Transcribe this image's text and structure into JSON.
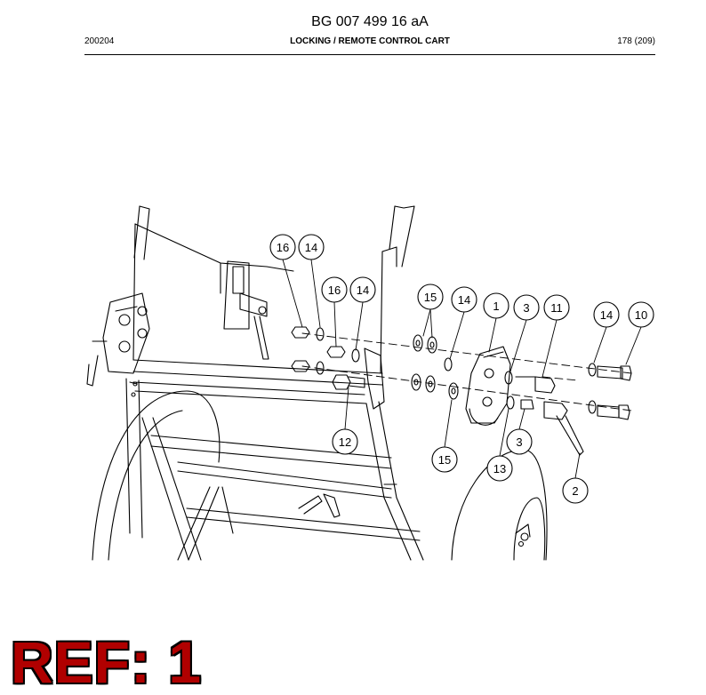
{
  "header": {
    "doc_number": "BG 007 499 16 aA",
    "date_code": "200204",
    "section_title": "LOCKING / REMOTE CONTROL CART",
    "page_info": "178 (209)"
  },
  "callouts": [
    {
      "id": "c-16a",
      "label": "16"
    },
    {
      "id": "c-14a",
      "label": "14"
    },
    {
      "id": "c-16b",
      "label": "16"
    },
    {
      "id": "c-14b",
      "label": "14"
    },
    {
      "id": "c-15a",
      "label": "15"
    },
    {
      "id": "c-14c",
      "label": "14"
    },
    {
      "id": "c-1",
      "label": "1"
    },
    {
      "id": "c-3a",
      "label": "3"
    },
    {
      "id": "c-11",
      "label": "11"
    },
    {
      "id": "c-14d",
      "label": "14"
    },
    {
      "id": "c-10",
      "label": "10"
    },
    {
      "id": "c-12",
      "label": "12"
    },
    {
      "id": "c-15b",
      "label": "15"
    },
    {
      "id": "c-13",
      "label": "13"
    },
    {
      "id": "c-3b",
      "label": "3"
    },
    {
      "id": "c-2",
      "label": "2"
    }
  ],
  "ref_label": "REF: 1"
}
